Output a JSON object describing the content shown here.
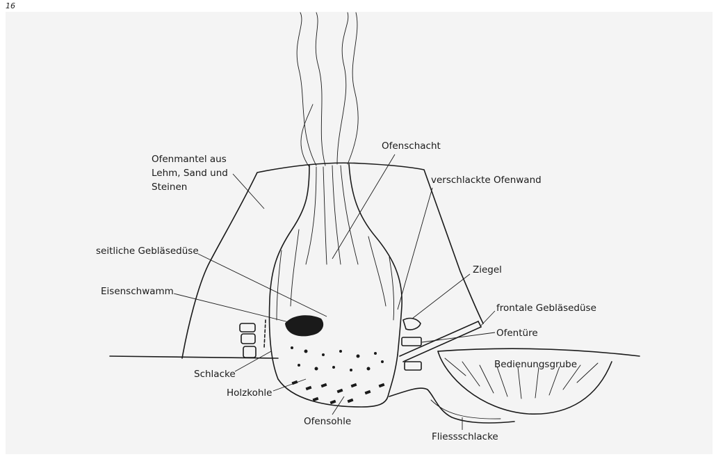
{
  "figure_number": "16",
  "labels": {
    "ofenmantel": [
      "Ofenmantel aus",
      "Lehm, Sand und",
      "Steinen"
    ],
    "ofenschacht": "Ofenschacht",
    "verschlackte_ofenwand": "verschlackte Ofenwand",
    "seitliche_geblaesedüse": "seitliche Gebläsedüse",
    "ziegel": "Ziegel",
    "eisenschwamm": "Eisenschwamm",
    "frontale_geblaesedüse": "frontale Gebläsedüse",
    "ofentuere": "Ofentüre",
    "bedienungsgrube": "Bedienungsgrube",
    "schlacke": "Schlacke",
    "holzkohle": "Holzkohle",
    "ofensohle": "Ofensohle",
    "fliessschlacke": "Fliessschlacke"
  }
}
